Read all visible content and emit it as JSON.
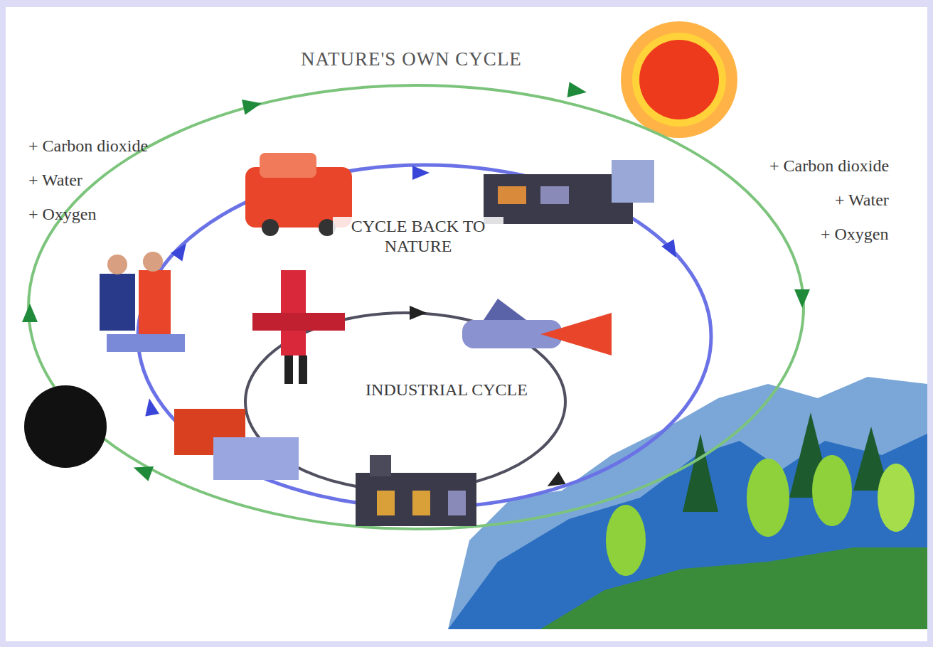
{
  "diagram": {
    "title": "NATURE'S OWN CYCLE",
    "labels": [
      "+ Carbon dioxide",
      "+ Water",
      "+ Oxygen",
      "+ Carbon dioxide",
      "+ Water",
      "+ Oxygen",
      "CYCLE BACK TO NATURE",
      "INDUSTRIAL CYCLE"
    ]
  }
}
